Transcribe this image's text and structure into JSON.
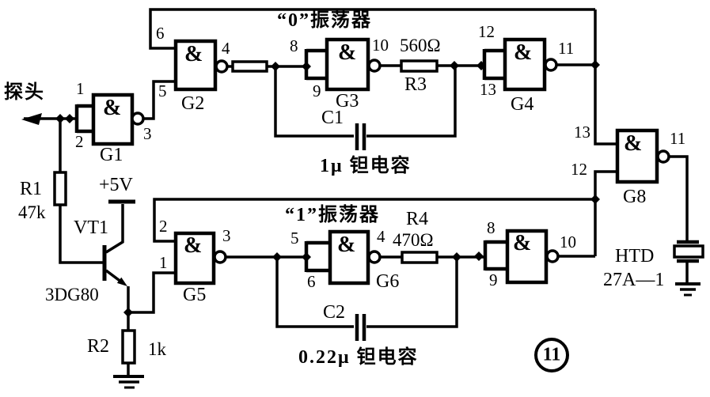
{
  "annotations": {
    "probe": "探头",
    "supply": "+5V",
    "osc0_title": "“0”振荡器",
    "osc1_title": "“1”振荡器",
    "figure_number": "11"
  },
  "gate_symbol": "&",
  "gates": {
    "g1": {
      "name": "G1",
      "pin_a": "1",
      "pin_b": "2",
      "pin_out": "3"
    },
    "g2": {
      "name": "G2",
      "pin_a": "6",
      "pin_b": "5",
      "pin_out": "4"
    },
    "g3": {
      "name": "G3",
      "pin_a": "8",
      "pin_b": "9",
      "pin_out": "10"
    },
    "g4": {
      "name": "G4",
      "pin_a": "12",
      "pin_b": "13",
      "pin_out": "11"
    },
    "g5": {
      "name": "G5",
      "pin_a": "2",
      "pin_b": "1",
      "pin_out": "3"
    },
    "g6": {
      "name": "G6",
      "pin_a": "5",
      "pin_b": "6",
      "pin_out": "4"
    },
    "g7": {
      "pin_a": "8",
      "pin_b": "9",
      "pin_out": "10"
    },
    "g8": {
      "name": "G8",
      "pin_a": "13",
      "pin_b": "12",
      "pin_out": "11"
    }
  },
  "components": {
    "r1": {
      "name": "R1",
      "value": "47k"
    },
    "r2": {
      "name": "R2",
      "value": "1k"
    },
    "r3": {
      "name": "R3",
      "value": "560Ω"
    },
    "r4": {
      "name": "R4",
      "value": "470Ω"
    },
    "c1": {
      "name": "C1",
      "value": "1μ 钽电容"
    },
    "c2": {
      "name": "C2",
      "value": "0.22μ 钽电容"
    },
    "vt1": {
      "name": "VT1",
      "model": "3DG80"
    },
    "buzzer": {
      "line1": "HTD",
      "line2": "27A—1"
    }
  },
  "colors": {
    "ink": "#000000",
    "background": "#ffffff"
  }
}
